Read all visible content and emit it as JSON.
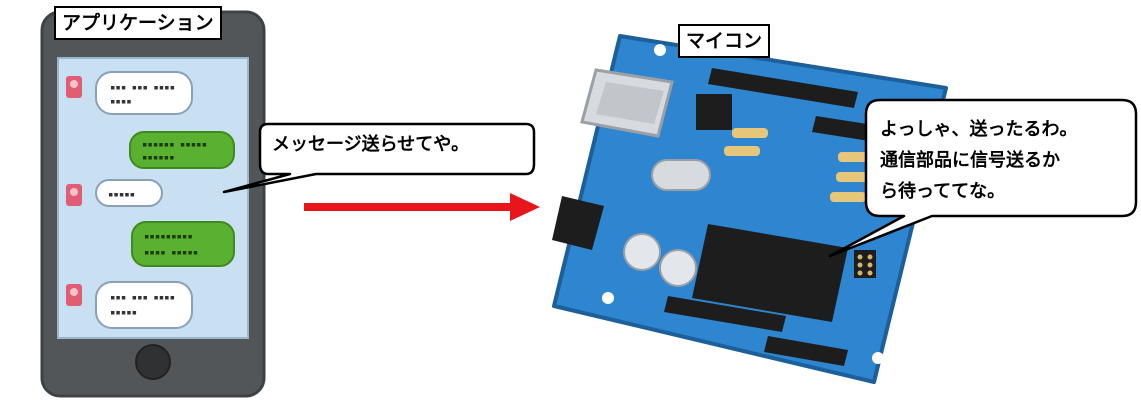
{
  "labels": {
    "app": "アプリケーション",
    "mcu": "マイコン"
  },
  "bubbles": {
    "app_message": "メッセージ送らせてや。",
    "mcu_reply": "よっしゃ、送ったるわ。\n通信部品に信号送るか\nら待っててな。"
  },
  "colors": {
    "arrow": "#e8151b",
    "phone_body": "#525659",
    "screen": "#c9dff2",
    "board": "#2d86cf",
    "chip": "#1d1d1d",
    "chat_green": "#5ab02f",
    "avatar": "#e05d74"
  },
  "icons": {
    "phone": "smartphone-illustration",
    "board": "microcontroller-board-illustration"
  }
}
